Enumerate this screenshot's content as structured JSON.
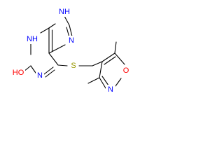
{
  "colors": {
    "bond": "#000000",
    "carbon": "#000000",
    "nitrogen": "#0000ff",
    "oxygen": "#ff0000",
    "sulfur": "#999900",
    "background": "#ffffff"
  },
  "atoms": {
    "n9h": {
      "label": "NH",
      "element": "N"
    },
    "n7": {
      "label": "N",
      "element": "N"
    },
    "n3h": {
      "label": "NH",
      "element": "N"
    },
    "n1": {
      "label": "N",
      "element": "N"
    },
    "ho": {
      "label": "HO",
      "element": "O"
    },
    "s": {
      "label": "S",
      "element": "S"
    },
    "n_isox": {
      "label": "N",
      "element": "N"
    },
    "o_isox": {
      "label": "O",
      "element": "O"
    }
  }
}
